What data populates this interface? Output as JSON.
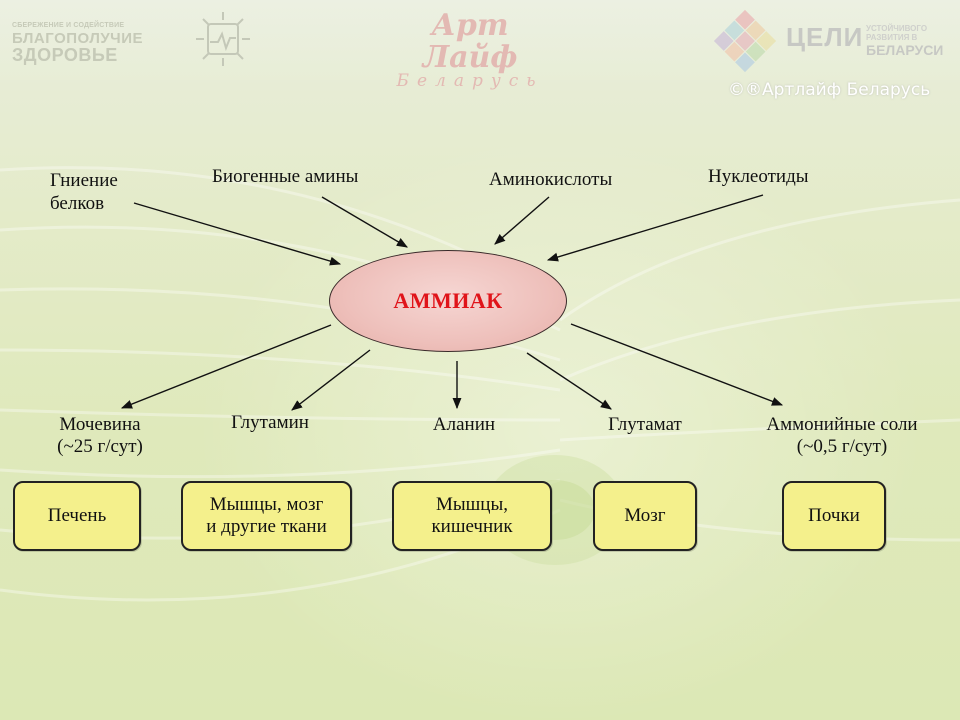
{
  "header": {
    "logo_left_small": "СБЕРЕЖЕНИЕ И СОДЕЙСТВИЕ",
    "logo_left_text_1": "БЛАГОПОЛУЧИЕ",
    "logo_left_text_2": "ЗДОРОВЬЕ",
    "logo_center_line_1": "Арт Лайф",
    "logo_center_line_2": "Беларусь",
    "logo_right_goals": "ЦЕЛИ",
    "logo_right_small": "УСТОЙЧИВОГО РАЗВИТИЯ В",
    "logo_right_country": "БЕЛАРУСИ",
    "copyright": "©®Артлайф Беларусь"
  },
  "diagram": {
    "center": "АММИАК",
    "sources": [
      "Гниение\nбелков",
      "Биогенные амины",
      "Аминокислоты",
      "Нуклеотиды"
    ],
    "products": [
      {
        "name": "Мочевина\n(~25 г/сут)",
        "organ": "Печень"
      },
      {
        "name": "Глутамин",
        "organ": "Мышцы, мозг\nи другие ткани"
      },
      {
        "name": "Аланин",
        "organ": "Мышцы,\nкишечник"
      },
      {
        "name": "Глутамат",
        "organ": "Мозг"
      },
      {
        "name": "Аммонийные соли\n(~0,5 г/сут)",
        "organ": "Почки"
      }
    ]
  },
  "colors": {
    "center_text": "#e0141a",
    "center_fill": "#eec0bb",
    "box_fill": "#f4f08c"
  }
}
